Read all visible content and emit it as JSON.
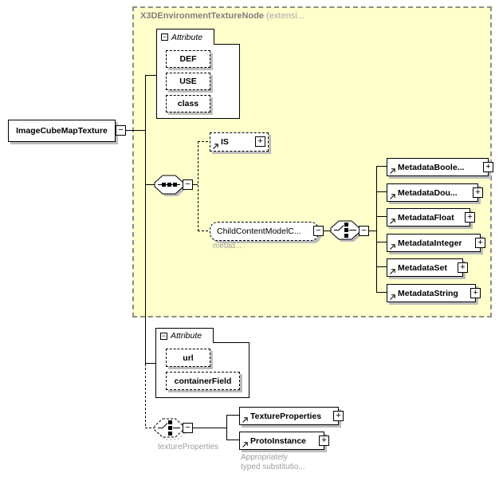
{
  "glyphs": {
    "collapse": "−",
    "expand": "+"
  },
  "root_element": {
    "label": "ImageCubeMapTexture"
  },
  "base_type": {
    "title": "X3DEnvironmentTextureNode",
    "title_suffix": "(extensi...",
    "bg": "#ffffcc"
  },
  "attr_group_1": {
    "label": "Attribute",
    "items": [
      "DEF",
      "USE",
      "class"
    ]
  },
  "is_ref": {
    "label": "IS"
  },
  "child_content_group": {
    "label": "ChildContentModelC...",
    "annotation": "metad..."
  },
  "metadata_refs": {
    "items": [
      "MetadataBoole...",
      "MetadataDou...",
      "MetadataFloat",
      "MetadataInteger",
      "MetadataSet",
      "MetadataString"
    ]
  },
  "attr_group_2": {
    "label": "Attribute",
    "items": [
      "url",
      "containerField"
    ]
  },
  "texture_choice": {
    "caption": "textureProperties"
  },
  "texture_refs": {
    "items": [
      "TextureProperties",
      "ProtoInstance"
    ],
    "note_line1": "Appropriately",
    "note_line2": "typed substitutio..."
  },
  "colors": {
    "container_bg": "#ffffcc",
    "shadow": "#bdbdbd",
    "dash_border": "#8c8c8c",
    "note_text": "#9e9e9e",
    "title_text": "#7f7f7f"
  }
}
